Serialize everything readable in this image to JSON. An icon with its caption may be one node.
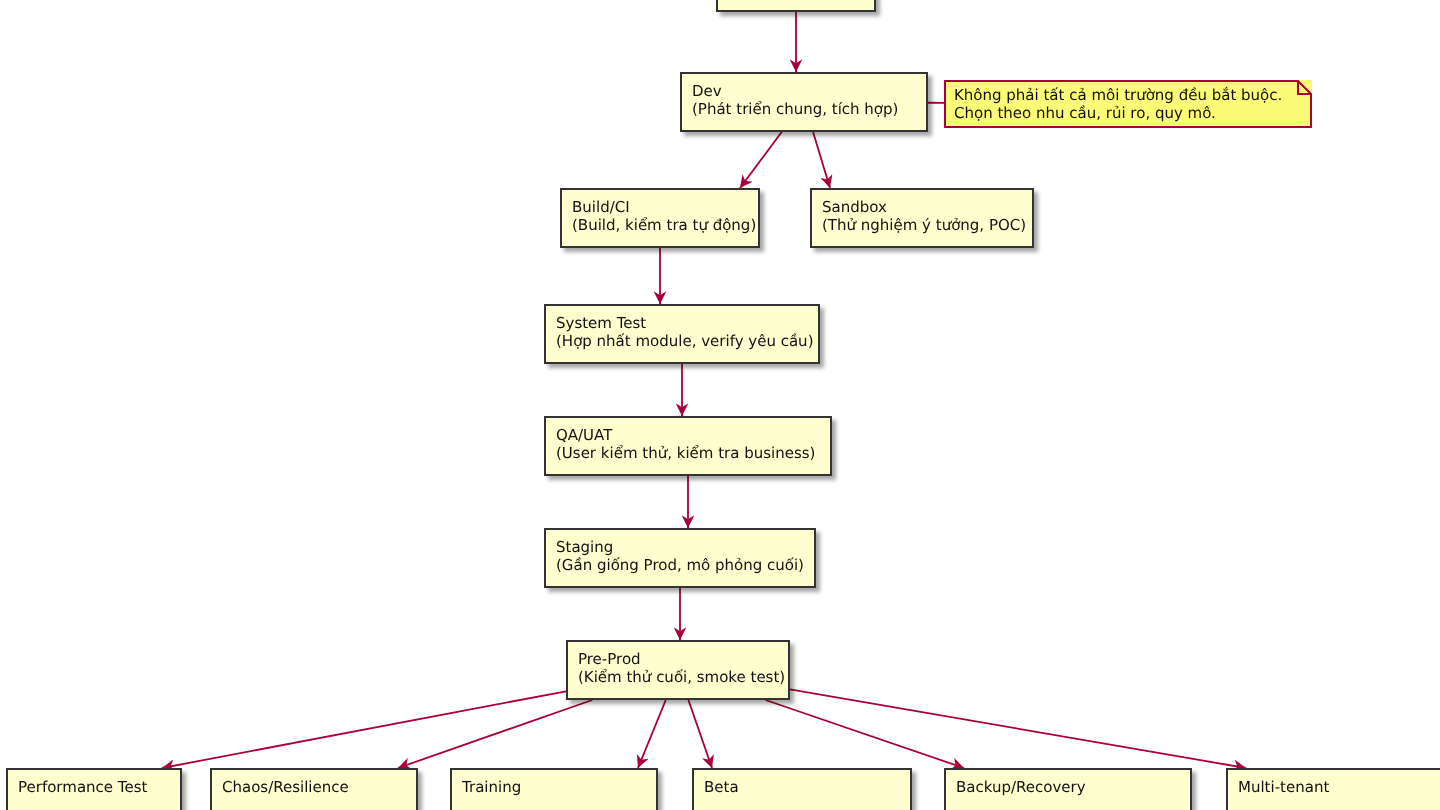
{
  "diagram": {
    "nodes": [
      {
        "text": [],
        "shape": "box"
      },
      {
        "text": [
          "Dev",
          "(Phát triển chung, tích hợp)"
        ]
      },
      {
        "text": [
          "Không phải tất cả môi trường đều bắt buộc.",
          "Chọn theo nhu cầu, rủi ro, quy mô."
        ]
      },
      {
        "text": [
          "Build/CI",
          "(Build, kiểm tra tự động)"
        ]
      },
      {
        "text": [
          "Sandbox",
          "(Thử nghiệm ý tưởng, POC)"
        ]
      },
      {
        "text": [
          "System Test",
          "(Hợp nhất module, verify yêu cầu)"
        ]
      },
      {
        "text": [
          "QA/UAT",
          "(User kiểm thử, kiểm tra business)"
        ]
      },
      {
        "text": [
          "Staging",
          "(Gần giống Prod, mô phỏng cuối)"
        ]
      },
      {
        "text": [
          "Pre-Prod",
          "(Kiểm thử cuối, smoke test)"
        ]
      },
      {
        "text": [
          "Performance Test"
        ]
      },
      {
        "text": [
          "Chaos/Resilience"
        ]
      },
      {
        "text": [
          "Training"
        ]
      },
      {
        "text": [
          "Beta"
        ]
      },
      {
        "text": [
          "Backup/Recovery"
        ]
      },
      {
        "text": [
          "Multi-tenant"
        ]
      }
    ],
    "edges": [
      {
        "from": 0,
        "to": 1,
        "arrow": "to"
      },
      {
        "from": 1,
        "to": 2,
        "arrow": "none"
      },
      {
        "from": 1,
        "to": 3,
        "arrow": "to"
      },
      {
        "from": 1,
        "to": 4,
        "arrow": "to"
      },
      {
        "from": 3,
        "to": 5,
        "arrow": "to"
      },
      {
        "from": 5,
        "to": 6,
        "arrow": "to"
      },
      {
        "from": 6,
        "to": 7,
        "arrow": "to"
      },
      {
        "from": 7,
        "to": 8,
        "arrow": "to"
      },
      {
        "from": 8,
        "to": 9,
        "arrow": "to"
      },
      {
        "from": 8,
        "to": 10,
        "arrow": "to"
      },
      {
        "from": 8,
        "to": 11,
        "arrow": "to"
      },
      {
        "from": 8,
        "to": 12,
        "arrow": "to"
      },
      {
        "from": 8,
        "to": 13,
        "arrow": "to"
      },
      {
        "from": 8,
        "to": 14,
        "arrow": "to"
      }
    ]
  }
}
